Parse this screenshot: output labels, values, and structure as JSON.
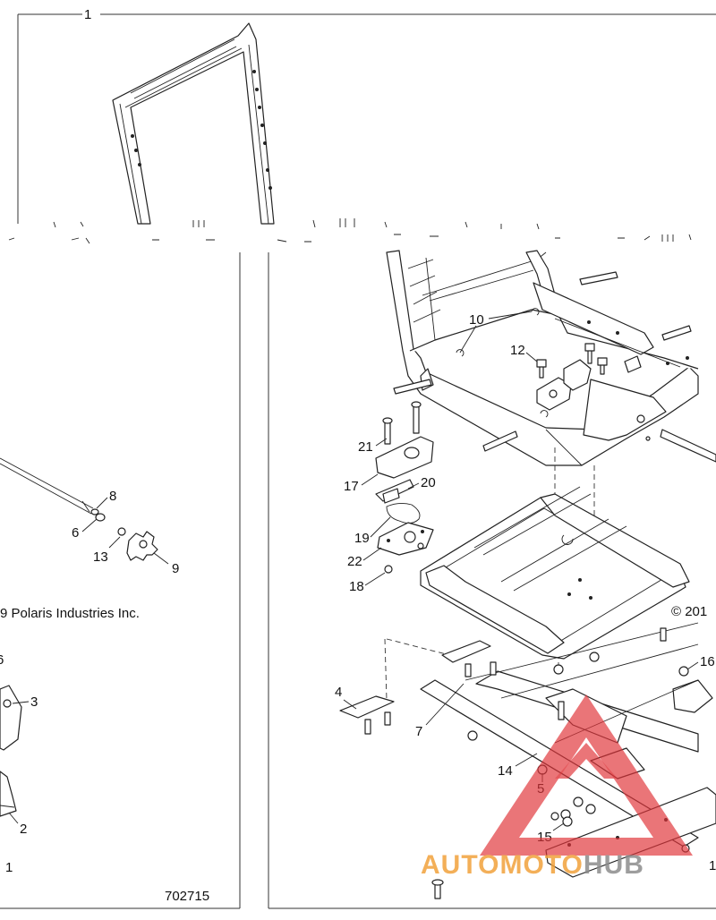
{
  "callouts": {
    "c1": "1",
    "c2": "2",
    "c3": "3",
    "c4": "4",
    "c5": "5",
    "c6": "6",
    "c7": "7",
    "c8": "8",
    "c9": "9",
    "c10": "10",
    "c12": "12",
    "c13": "13",
    "c14": "14",
    "c15": "15",
    "c16": "16",
    "c17": "17",
    "c18": "18",
    "c19": "19",
    "c20": "20",
    "c21": "21",
    "c22": "22",
    "c1_lower": "1",
    "c1_right_edge": "1",
    "c6_edge": "6"
  },
  "copyright_left": "9 Polaris Industries Inc.",
  "copyright_right": "© 201",
  "drawing_number": "702715",
  "watermark": {
    "text_part1": "AUTOMOTO",
    "text_part2": "HUB",
    "color_part1": "#f2a23c",
    "color_part2": "#8c8c8c",
    "triangle_color": "#e0353a"
  }
}
